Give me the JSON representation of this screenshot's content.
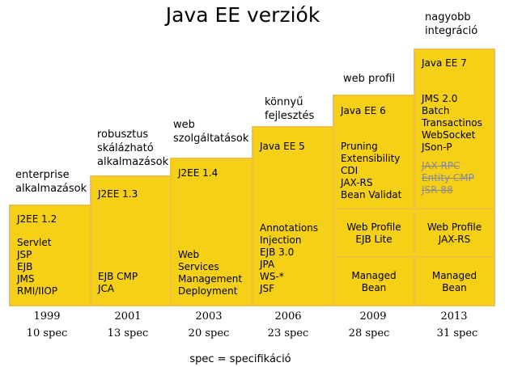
{
  "title": "Java EE verziók",
  "versions": [
    {
      "caption": "enterprise\nalkalmazások",
      "name": "J2EE 1.2",
      "features": "Servlet\nJSP\nEJB\nJMS\nRMI/IIOP",
      "year": "1999",
      "spec": "10 spec"
    },
    {
      "caption": "robusztus\nskálázható\nalkalmazások",
      "name": "J2EE 1.3",
      "features": "EJB CMP\nJCA",
      "year": "2001",
      "spec": "13 spec"
    },
    {
      "caption": "web\nszolgáltatások",
      "name": "J2EE 1.4",
      "features": "Web\nServices\nManagement\nDeployment",
      "year": "2003",
      "spec": "20 spec"
    },
    {
      "caption": "könnyű\nfejlesztés",
      "name": "Java EE 5",
      "features": "Annotations\nInjection\nEJB 3.0\nJPA\nWS-*\nJSF",
      "year": "2006",
      "spec": "23 spec"
    },
    {
      "caption": "web profil",
      "name": "Java EE 6",
      "features": "Pruning\nExtensibility\nCDI\nJAX-RS\nBean Validat",
      "profile": "Web Profile\nEJB Lite",
      "managed": "Managed\nBean",
      "year": "2009",
      "spec": "28 spec"
    },
    {
      "caption": "nagyobb\nintegráció",
      "name": "Java EE 7",
      "features": "JMS 2.0\nBatch\nTransactinos\nWebSocket\nJSon-P",
      "pruned": "JAX-RPC\nEntity CMP\nJSR-88",
      "profile": "Web Profile\nJAX-RS",
      "managed": "Managed\nBean",
      "year": "2013",
      "spec": "31 spec"
    }
  ],
  "footnote": "spec = specifikáció",
  "colors": {
    "block_fill": "#f5d017",
    "block_border": "#f0c040",
    "pruned_text": "#8a8a8a"
  }
}
